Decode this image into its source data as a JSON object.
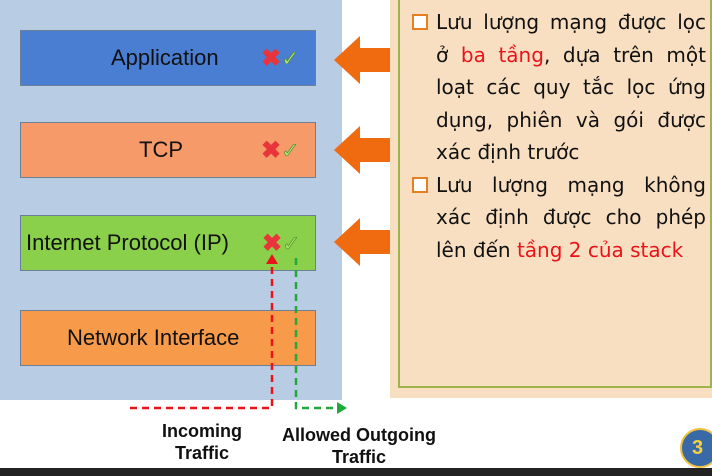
{
  "layers": {
    "application": "Application",
    "tcp": "TCP",
    "ip": "Internet Protocol (IP)",
    "network": "Network Interface"
  },
  "marks": {
    "cross": "✖",
    "check": "✓"
  },
  "info": {
    "b1_part1": "Lưu lượng mạng được lọc ở ",
    "b1_red": "ba tầng",
    "b1_part2": ", dựa trên một loạt các quy tắc lọc ứng dụng, phiên và gói được xác định trước",
    "b2_part1": "Lưu lượng mạng không xác định được cho phép lên đến ",
    "b2_red": "tầng 2 của stack"
  },
  "legend": {
    "incoming": "Incoming Traffic",
    "outgoing": "Allowed Outgoing Traffic"
  },
  "page_number": "3",
  "colors": {
    "panel": "#b8cce4",
    "application": "#4a7ed3",
    "tcp": "#f79a6a",
    "ip": "#8ad04a",
    "network": "#f79a4a",
    "arrow": "#f06a10",
    "incoming_line": "#e8141a",
    "outgoing_line": "#22a83a"
  }
}
